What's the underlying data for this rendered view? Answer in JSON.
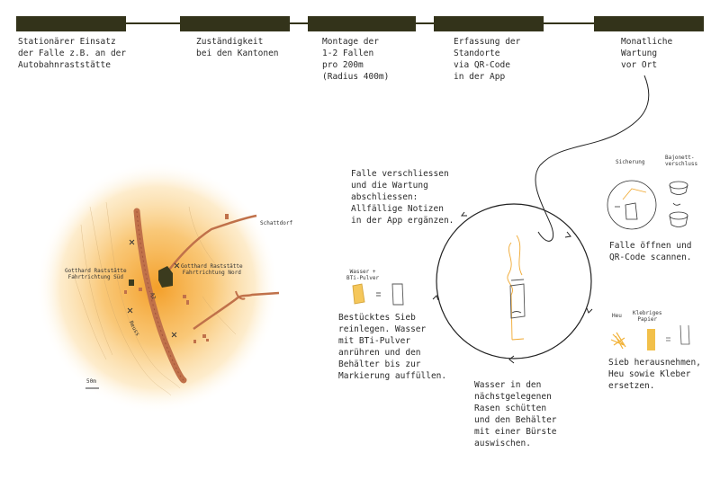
{
  "steps": [
    {
      "text": "Stationärer Einsatz\nder Falle z.B. an der\nAutobahnraststätte"
    },
    {
      "text": "Zuständigkeit\nbei den Kantonen"
    },
    {
      "text": "Montage der\n1-2 Fallen\npro 200m\n(Radius 400m)"
    },
    {
      "text": "Erfassung der\nStandorte\nvia QR-Code\nin der App"
    },
    {
      "text": "Monatliche\nWartung\nvor Ort"
    }
  ],
  "map": {
    "labels": {
      "schattdorf": "Schattdorf",
      "sud": "Gotthard Raststätte\nFahrtrichtung Süd",
      "nord": "Gotthard Raststätte\nFahrtrichtung Nord",
      "reuss": "Reuss",
      "highway": "A2",
      "scale": "50m"
    }
  },
  "cycle": {
    "close_trap": "Falle verschliessen\nund die Wartung\nabschliessen:\nAllfällige Notizen\nin der App ergänzen.",
    "open_trap": "Falle öffnen und\nQR-Code scannen.",
    "replace": "Sieb herausnehmen,\nHeu sowie Kleber\nersetzen.",
    "rinse": "Wasser in den\nnächstgelegenen\nRasen schütten\nund den Behälter\nmit einer Bürste\nauswischen.",
    "refill": "Bestücktes Sieb\nreinlegen. Wasser\nmit BTi-Pulver\nanrühren und den\nBehälter bis zur\nMarkierung auffüllen."
  },
  "small_labels": {
    "sicherung": "Sicherung",
    "bajonett": "Bajonett-\nverschluss",
    "heu": "Heu",
    "kleber": "Klebriges\nPapier",
    "wasser": "Wasser +\nBTi-Pulver"
  },
  "colors": {
    "bar": "#33331a",
    "road": "#c0714a",
    "glow": "#f5a623",
    "building": "#3b3b1e"
  }
}
